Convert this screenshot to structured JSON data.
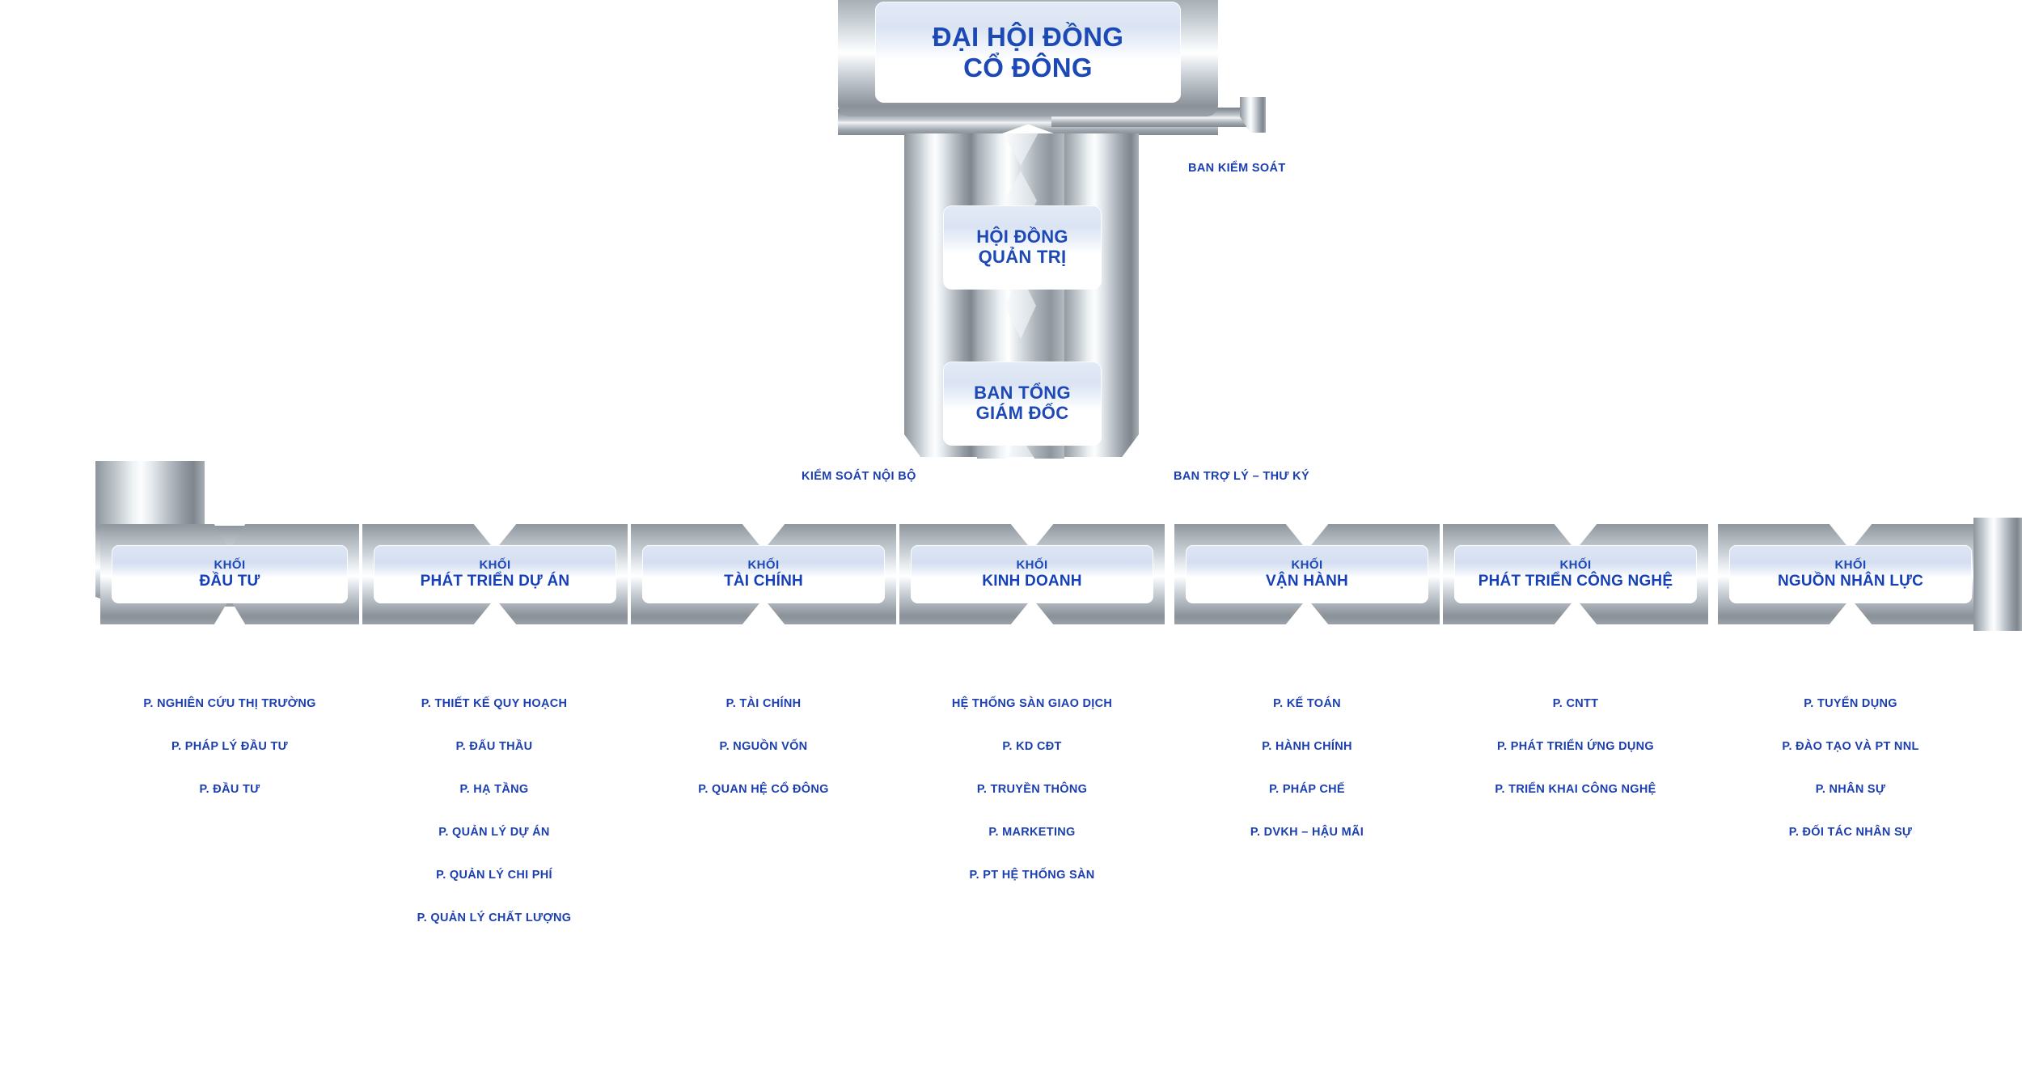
{
  "meta": {
    "accent_blue": "#1c49b5",
    "label_blue": "#1c3fb0",
    "metal_light": "#ffffff",
    "metal_mid": "#b9c0c6",
    "metal_dark": "#7f868d",
    "background": "#ffffff"
  },
  "top_nodes": [
    {
      "id": "shareholders",
      "label": "ĐẠI HỘI ĐỒNG\nCỔ ĐÔNG"
    },
    {
      "id": "board",
      "label": "HỘI ĐỒNG\nQUẢN TRỊ"
    },
    {
      "id": "ceo_board",
      "label": "BAN TỔNG\nGIÁM ĐỐC"
    }
  ],
  "side_labels": [
    {
      "id": "supervisory-board",
      "label": "BAN KIỂM SOÁT"
    },
    {
      "id": "internal-control",
      "label": "KIỂM SOÁT NỘI BỘ"
    },
    {
      "id": "assistant-secretary",
      "label": "BAN TRỢ LÝ – THƯ KÝ"
    }
  ],
  "division_word": "KHỐI",
  "divisions": [
    {
      "id": "investment",
      "name": "ĐẦU TƯ",
      "departments": [
        "P. NGHIÊN CỨU THỊ TRƯỜNG",
        "P. PHÁP LÝ ĐẦU TƯ",
        "P. ĐẦU TƯ"
      ]
    },
    {
      "id": "project-development",
      "name": "PHÁT TRIỂN DỰ ÁN",
      "departments": [
        "P. THIẾT KẾ QUY HOẠCH",
        "P. ĐẤU THẦU",
        "P. HẠ TẦNG",
        "P. QUẢN LÝ DỰ ÁN",
        "P. QUẢN LÝ CHI PHÍ",
        "P. QUẢN LÝ CHẤT LƯỢNG"
      ]
    },
    {
      "id": "finance",
      "name": "TÀI CHÍNH",
      "departments": [
        "P. TÀI CHÍNH",
        "P. NGUỒN VỐN",
        "P. QUAN HỆ CỔ ĐÔNG"
      ]
    },
    {
      "id": "business",
      "name": "KINH DOANH",
      "departments": [
        "HỆ THỐNG SÀN GIAO DỊCH",
        "P. KD CĐT",
        "P. TRUYỀN THÔNG",
        "P. MARKETING",
        "P. PT HỆ THỐNG SÀN"
      ]
    },
    {
      "id": "operations",
      "name": "VẬN HÀNH",
      "departments": [
        "P. KẾ TOÁN",
        "P. HÀNH CHÍNH",
        "P. PHÁP CHẾ",
        "P. DVKH – HẬU MÃI"
      ]
    },
    {
      "id": "technology-development",
      "name": "PHÁT TRIỂN CÔNG NGHỆ",
      "departments": [
        "P. CNTT",
        "P. PHÁT TRIỂN ỨNG DỤNG",
        "P. TRIỂN KHAI CÔNG NGHỆ"
      ]
    },
    {
      "id": "human-resources",
      "name": "NGUỒN NHÂN LỰC",
      "departments": [
        "P. TUYỂN DỤNG",
        "P. ĐÀO TẠO VÀ PT NNL",
        "P. NHÂN SỰ",
        "P. ĐỐI TÁC NHÂN SỰ"
      ]
    }
  ]
}
